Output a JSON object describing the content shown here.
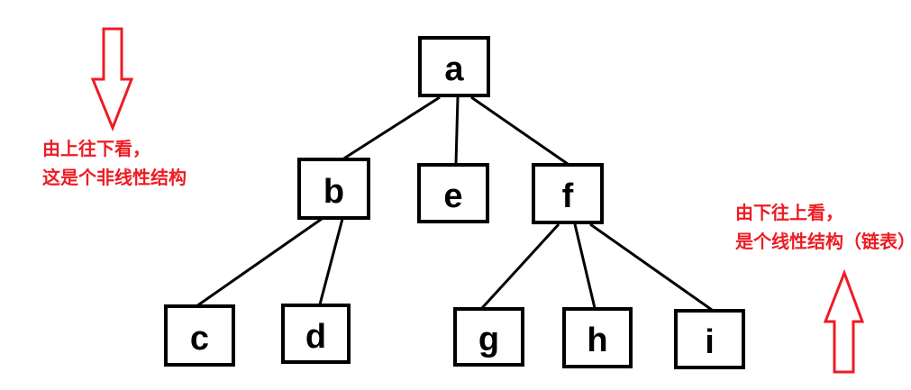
{
  "title": "tree-structure-sketch",
  "colors": {
    "accent_red": "#ed1c24",
    "line_black": "#000000",
    "background": "#ffffff"
  },
  "tree": {
    "root": "a",
    "nodes": [
      {
        "id": "a",
        "label": "a",
        "children": [
          "b",
          "e",
          "f"
        ]
      },
      {
        "id": "b",
        "label": "b",
        "children": [
          "c",
          "d"
        ]
      },
      {
        "id": "e",
        "label": "e",
        "children": []
      },
      {
        "id": "f",
        "label": "f",
        "children": [
          "g",
          "h",
          "i"
        ]
      },
      {
        "id": "c",
        "label": "c",
        "children": []
      },
      {
        "id": "d",
        "label": "d",
        "children": []
      },
      {
        "id": "g",
        "label": "g",
        "children": []
      },
      {
        "id": "h",
        "label": "h",
        "children": []
      },
      {
        "id": "i",
        "label": "i",
        "children": []
      }
    ],
    "edges": [
      {
        "from": "a",
        "to": "b"
      },
      {
        "from": "a",
        "to": "e"
      },
      {
        "from": "a",
        "to": "f"
      },
      {
        "from": "b",
        "to": "c"
      },
      {
        "from": "b",
        "to": "d"
      },
      {
        "from": "f",
        "to": "g"
      },
      {
        "from": "f",
        "to": "h"
      },
      {
        "from": "f",
        "to": "i"
      }
    ]
  },
  "annotations": {
    "left": {
      "arrow_direction": "down",
      "line1": "由上往下看，",
      "line2": "这是个非线性结构"
    },
    "right": {
      "arrow_direction": "up",
      "line1": "由下往上看，",
      "line2": "是个线性结构（链表）"
    }
  }
}
